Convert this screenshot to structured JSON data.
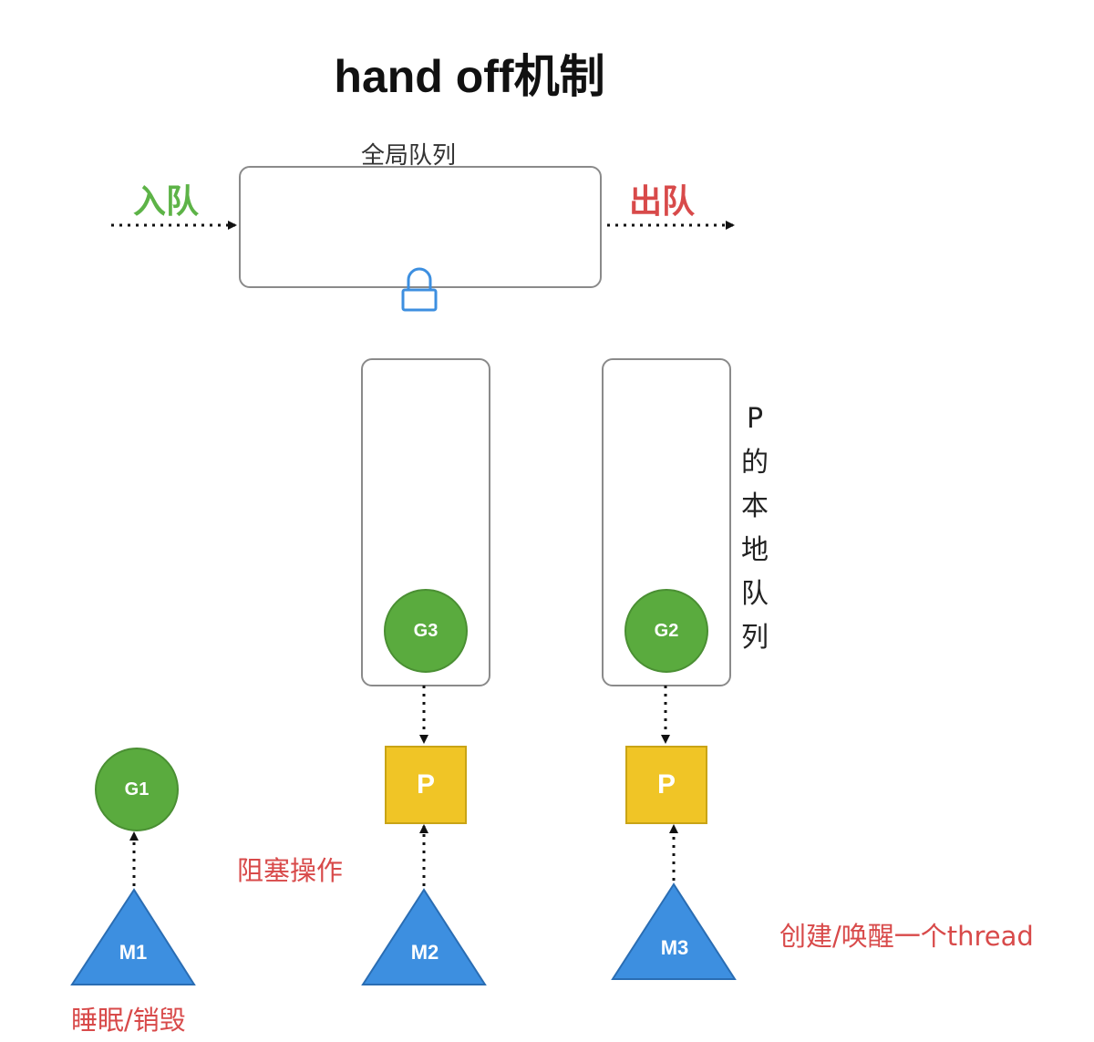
{
  "title": "hand off机制",
  "global_queue": {
    "label": "全局队列"
  },
  "enqueue_label": "入队",
  "dequeue_label": "出队",
  "local_queue_label": "P的本地队列",
  "goroutines": {
    "g1": "G1",
    "g2": "G2",
    "g3": "G3"
  },
  "processors": {
    "p1": "P",
    "p2": "P"
  },
  "machines": {
    "m1": "M1",
    "m2": "M2",
    "m3": "M3"
  },
  "annotations": {
    "blocking": "阻塞操作",
    "create_wake": "创建/唤醒一个thread",
    "sleep_destroy": "睡眠/销毁"
  },
  "colors": {
    "goroutine": "#5aab3e",
    "processor": "#f0c526",
    "machine": "#3d8fe0",
    "enqueue": "#5db347",
    "dequeue": "#d84a4a",
    "annotation": "#d84a4a",
    "lock": "#3d8fe0"
  },
  "icons": {
    "lock": "lock-icon"
  }
}
